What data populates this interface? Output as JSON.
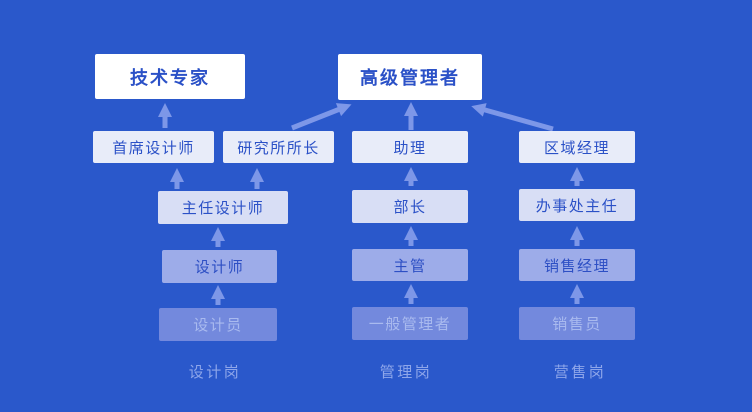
{
  "diagram_title": "career-path-diagram",
  "palette": {
    "background": "#2a58cb",
    "arrow": "#7d97e8",
    "box_row1_bg": "#ffffff",
    "box_row2_bg": "#e8ecf9",
    "box_row3_bg": "#d8def5",
    "box_row4_bg": "#9dace9",
    "box_row5_bg": "#7389dd",
    "text_dark_blue": "#2b51c7",
    "text_row4": "#2d4fc4",
    "text_row5": "#a9baef",
    "label_color": "#8ea6ea"
  },
  "nodes": {
    "tech_expert": "技术专家",
    "senior_manager": "高级管理者",
    "chief_designer": "首席设计师",
    "institute_director": "研究所所长",
    "assistant": "助理",
    "regional_manager": "区域经理",
    "director_designer": "主任设计师",
    "minister": "部长",
    "office_director": "办事处主任",
    "designer": "设计师",
    "supervisor": "主管",
    "sales_manager": "销售经理",
    "draftsman": "设计员",
    "general_manager": "一般管理者",
    "salesperson": "销售员"
  },
  "labels": {
    "design": "设计岗",
    "management": "管理岗",
    "sales": "营售岗"
  },
  "edges": [
    {
      "from": "draftsman",
      "to": "designer"
    },
    {
      "from": "designer",
      "to": "director_designer"
    },
    {
      "from": "director_designer",
      "to": "chief_designer"
    },
    {
      "from": "director_designer",
      "to": "institute_director"
    },
    {
      "from": "chief_designer",
      "to": "tech_expert"
    },
    {
      "from": "institute_director",
      "to": "senior_manager"
    },
    {
      "from": "general_manager",
      "to": "supervisor"
    },
    {
      "from": "supervisor",
      "to": "minister"
    },
    {
      "from": "minister",
      "to": "assistant"
    },
    {
      "from": "assistant",
      "to": "senior_manager"
    },
    {
      "from": "salesperson",
      "to": "sales_manager"
    },
    {
      "from": "sales_manager",
      "to": "office_director"
    },
    {
      "from": "office_director",
      "to": "regional_manager"
    },
    {
      "from": "regional_manager",
      "to": "senior_manager"
    }
  ]
}
